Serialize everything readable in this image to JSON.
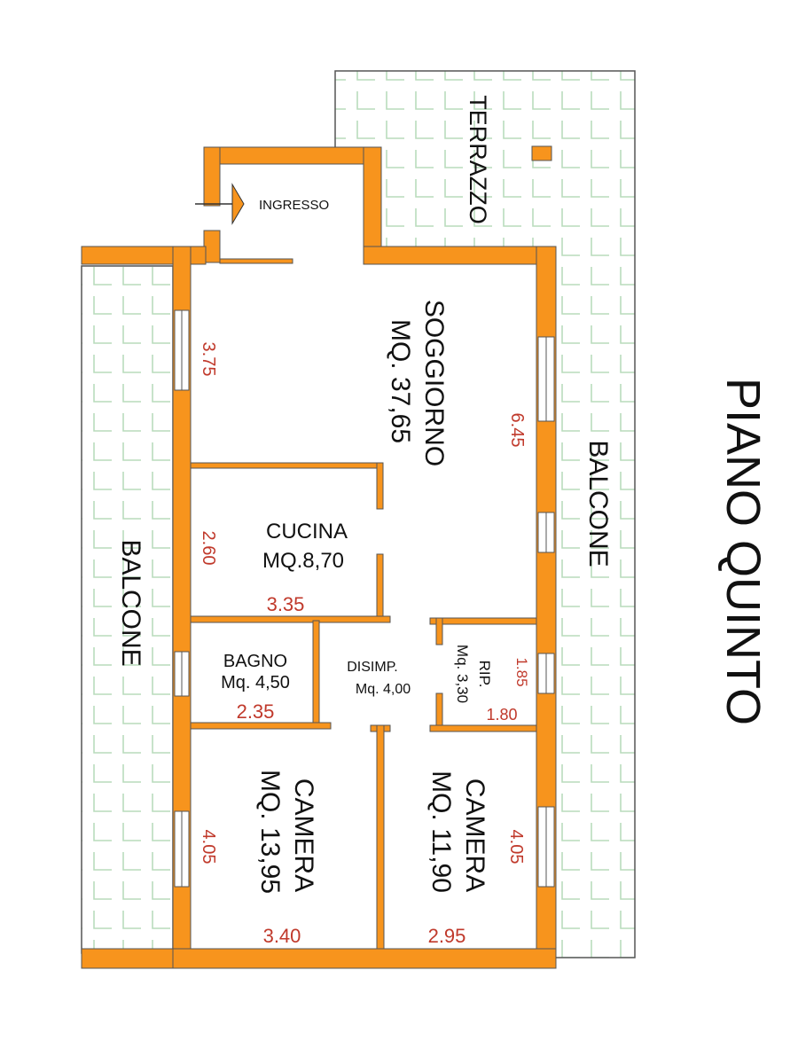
{
  "colors": {
    "wall": "#f7941d",
    "wall_outline": "#555555",
    "tile_grid": "#b9dcbc",
    "dimension": "#c0392b",
    "text": "#111111",
    "window": "#ffffff"
  },
  "plan": {
    "floor_title": "PIANO QUINTO",
    "outdoor": {
      "terrace_label": "TERRAZZO",
      "balcony_left_label": "BALCONE",
      "balcony_right_label": "BALCONE"
    },
    "entrance_label": "INGRESSO",
    "rooms": {
      "soggiorno": {
        "name": "SOGGIORNO",
        "area": "MQ. 37,65"
      },
      "cucina": {
        "name": "CUCINA",
        "area": "MQ.8,70"
      },
      "bagno": {
        "name": "BAGNO",
        "area": "Mq. 4,50"
      },
      "disimpegno": {
        "name": "DISIMP.",
        "area": "Mq. 4,00"
      },
      "ripostiglio": {
        "name": "RIP.",
        "area": "Mq. 3,30"
      },
      "camera_left": {
        "name": "CAMERA",
        "area": "MQ. 13,95"
      },
      "camera_right": {
        "name": "CAMERA",
        "area": "MQ. 11,90"
      }
    },
    "dimensions": {
      "soggiorno_left": "3.75",
      "soggiorno_right": "6.45",
      "cucina_height": "2.60",
      "cucina_width": "3.35",
      "bagno_width": "2.35",
      "rip_height": "1.85",
      "rip_width": "1.80",
      "camera_left_height": "4.05",
      "camera_right_height": "4.05",
      "camera_left_width": "3.40",
      "camera_right_width": "2.95"
    }
  }
}
